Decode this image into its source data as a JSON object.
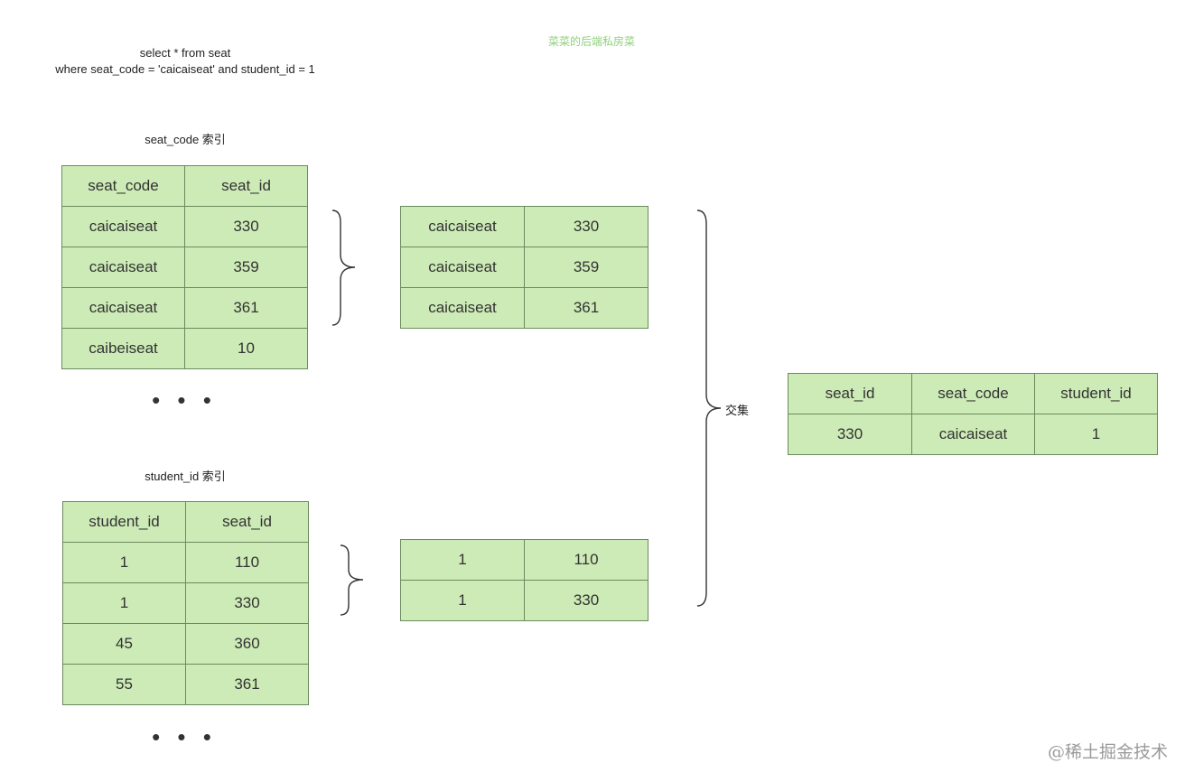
{
  "query": {
    "line1": "select * from seat",
    "line2": "where seat_code = 'caicaiseat' and student_id = 1"
  },
  "watermark_top": "菜菜的后端私房菜",
  "watermark_bottom": "@稀土掘金技术",
  "seat_code_index": {
    "caption": "seat_code 索引",
    "headers": [
      "seat_code",
      "seat_id"
    ],
    "rows": [
      [
        "caicaiseat",
        "330"
      ],
      [
        "caicaiseat",
        "359"
      ],
      [
        "caicaiseat",
        "361"
      ],
      [
        "caibeiseat",
        "10"
      ]
    ],
    "ellipsis": "• • •"
  },
  "student_id_index": {
    "caption": "student_id  索引",
    "headers": [
      "student_id",
      "seat_id"
    ],
    "rows": [
      [
        "1",
        "110"
      ],
      [
        "1",
        "330"
      ],
      [
        "45",
        "360"
      ],
      [
        "55",
        "361"
      ]
    ],
    "ellipsis": "• • •"
  },
  "seat_code_matches": {
    "rows": [
      [
        "caicaiseat",
        "330"
      ],
      [
        "caicaiseat",
        "359"
      ],
      [
        "caicaiseat",
        "361"
      ]
    ]
  },
  "student_id_matches": {
    "rows": [
      [
        "1",
        "110"
      ],
      [
        "1",
        "330"
      ]
    ]
  },
  "intersection": {
    "label": "交集",
    "headers": [
      "seat_id",
      "seat_code",
      "student_id"
    ],
    "rows": [
      [
        "330",
        "caicaiseat",
        "1"
      ]
    ]
  },
  "colors": {
    "cell_fill": "#cdebb6",
    "cell_border": "#6b8a5e",
    "watermark_top": "#8fd17a"
  }
}
